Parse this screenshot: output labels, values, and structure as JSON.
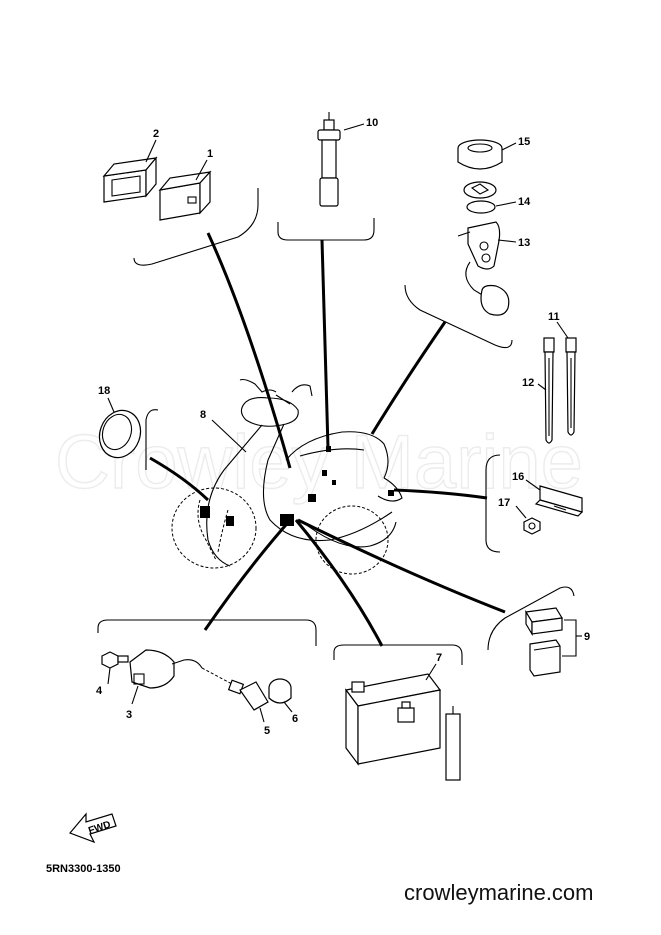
{
  "diagram": {
    "part_code": "5RN3300-1350",
    "footer_site": "crowleymarine.com",
    "watermark": "Crowley Marine",
    "fwd_label": "FWD",
    "callouts": {
      "c1": "1",
      "c2": "2",
      "c3": "3",
      "c4": "4",
      "c5": "5",
      "c6": "6",
      "c7": "7",
      "c8": "8",
      "c9": "9",
      "c10": "10",
      "c11": "11",
      "c12": "12",
      "c13": "13",
      "c14": "14",
      "c15": "15",
      "c16": "16",
      "c17": "17",
      "c18": "18"
    }
  }
}
